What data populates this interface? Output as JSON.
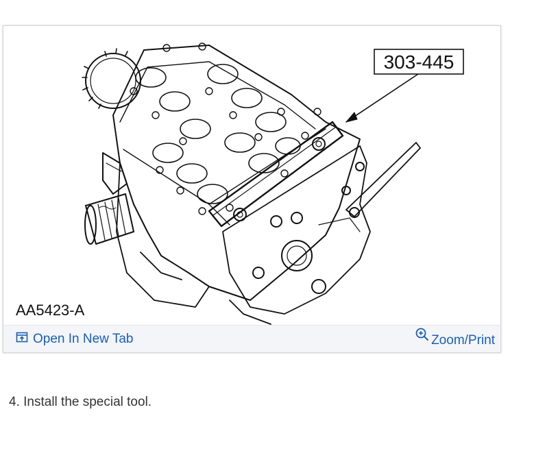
{
  "figure": {
    "callout_label": "303-445",
    "figure_id": "AA5423-A",
    "open_in_new_tab_label": "Open In New Tab",
    "zoom_print_label": "Zoom/Print",
    "icons": {
      "open_tab": "open-in-new-tab-icon",
      "zoom": "zoom-in-icon"
    },
    "colors": {
      "link": "#1a5fb4",
      "toolbar_background": "#f4f5f8",
      "card_border": "#d4d4d4",
      "drawing_line": "#111111"
    }
  },
  "step": {
    "text": "4. Install the special tool."
  }
}
